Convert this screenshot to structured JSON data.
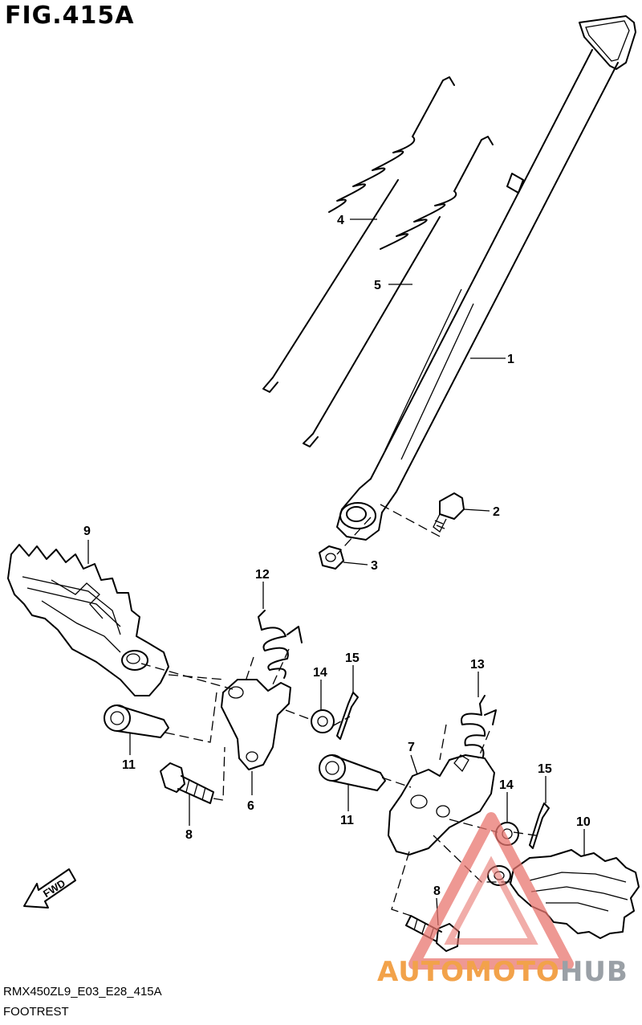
{
  "figure": {
    "title": "FIG.415A"
  },
  "footer": {
    "code": "RMX450ZL9_E03_E28_415A",
    "caption": "FOOTREST"
  },
  "watermark": {
    "text_a": "AUTOMOTO",
    "text_b": "HUB"
  },
  "direction_label": "FWD",
  "callouts": {
    "c1": "1",
    "c2": "2",
    "c3": "3",
    "c4": "4",
    "c5": "5",
    "c6": "6",
    "c7": "7",
    "c8a": "8",
    "c8b": "8",
    "c9": "9",
    "c10": "10",
    "c11a": "11",
    "c11b": "11",
    "c12": "12",
    "c13": "13",
    "c14a": "14",
    "c14b": "14",
    "c15a": "15",
    "c15b": "15"
  }
}
